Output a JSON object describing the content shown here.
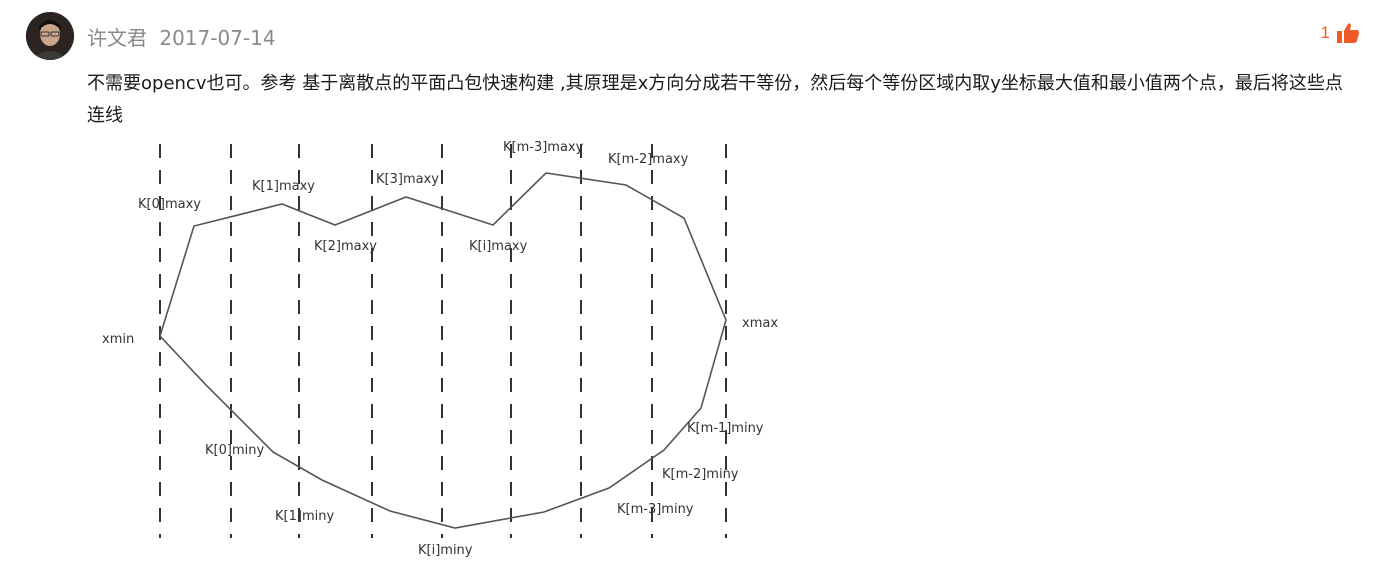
{
  "comment": {
    "author": "许文君",
    "date": "2017-07-14",
    "like_count": "1",
    "like_icon": "thumbs-up-icon",
    "accent_color": "#f05a28",
    "text": "不需要opencv也可。参考 基于离散点的平面凸包快速构建 ,其原理是x方向分成若干等份，然后每个等份区域内取y坐标最大值和最小值两个点，最后将这些点连线"
  },
  "diagram": {
    "labels": {
      "k0max": "K[0]maxy",
      "k1max": "K[1]maxy",
      "k2max": "K[2]maxy",
      "k3max": "K[3]maxy",
      "kimax": "K[i]maxy",
      "km3max": "K[m-3]maxy",
      "km2max": "K[m-2]maxy",
      "xmin": "xmin",
      "xmax": "xmax",
      "k0min": "K[0]miny",
      "k1min": "K[1]miny",
      "kimin": "K[i]miny",
      "km3min": "K[m-3]miny",
      "km2min": "K[m-2]miny",
      "km1min": "K[m-1]miny"
    }
  }
}
